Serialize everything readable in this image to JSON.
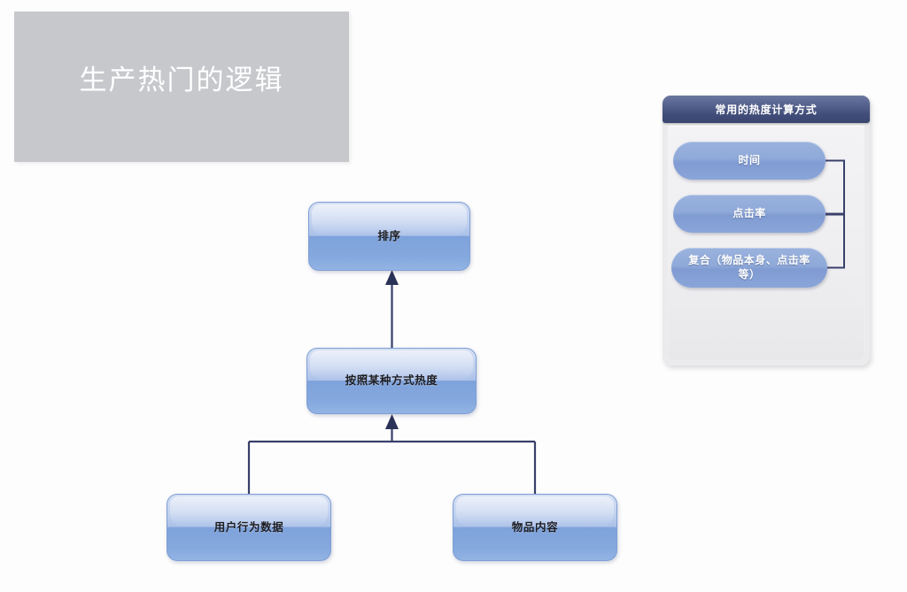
{
  "slide": {
    "title": "生产热门的逻辑"
  },
  "flowchart": {
    "type": "hierarchy-diagram",
    "nodes": [
      {
        "id": "sort",
        "label": "排序",
        "level": 1
      },
      {
        "id": "heat",
        "label": "按照某种方式热度",
        "level": 2
      },
      {
        "id": "behavior",
        "label": "用户行为数据",
        "level": 3
      },
      {
        "id": "content",
        "label": "物品内容",
        "level": 3
      }
    ],
    "edges": [
      {
        "from": "heat",
        "to": "sort",
        "arrow": true
      },
      {
        "from": "behavior",
        "to": "heat",
        "arrow": true
      },
      {
        "from": "content",
        "to": "heat",
        "arrow": true
      }
    ],
    "line_color": "#39406b",
    "node_accent": "#7ea2db"
  },
  "panel": {
    "title": "常用的热度计算方式",
    "header_color": "#414d79",
    "body_color": "#ebebed",
    "items": [
      {
        "id": "time",
        "label": "时间"
      },
      {
        "id": "ctr",
        "label": "点击率"
      },
      {
        "id": "mixed",
        "label": "复合（物品本身、点击率等）"
      }
    ]
  },
  "colors": {
    "banner_gray": "#c6c8cc",
    "title_text": "#ffffff",
    "canvas": "#fdfdfd",
    "pill_blue": "#8fa9d9",
    "connector": "#39406b"
  }
}
